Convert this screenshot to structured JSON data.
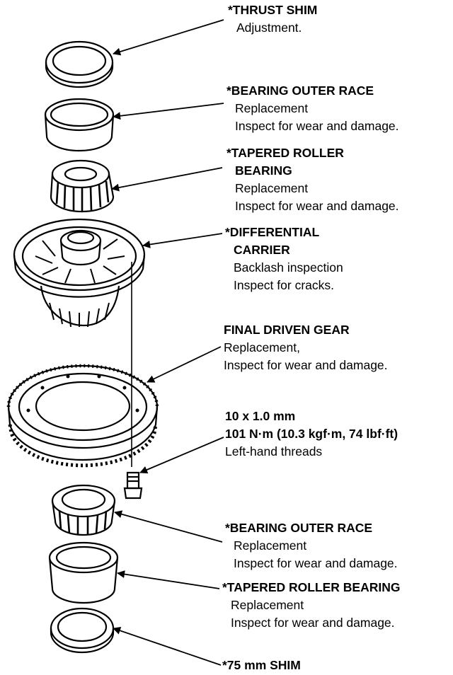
{
  "parts": {
    "thrust_shim": {
      "title": "*THRUST SHIM",
      "lines": [
        "Adjustment."
      ]
    },
    "outer_race_top": {
      "title": "*BEARING OUTER RACE",
      "lines": [
        "Replacement",
        "Inspect for wear and damage."
      ]
    },
    "roller_top": {
      "title": [
        "*TAPERED ROLLER",
        "BEARING"
      ],
      "lines": [
        "Replacement",
        "Inspect for wear and damage."
      ]
    },
    "carrier": {
      "title": [
        "*DIFFERENTIAL",
        "CARRIER"
      ],
      "lines": [
        "Backlash inspection",
        "Inspect for cracks."
      ]
    },
    "final_gear": {
      "title": "FINAL DRIVEN GEAR",
      "lines": [
        "Replacement,",
        "Inspect for wear and damage."
      ]
    },
    "bolt": {
      "title": [
        "10 x 1.0 mm",
        "101 N·m (10.3 kgf·m, 74 lbf·ft)"
      ],
      "lines": [
        "Left-hand threads"
      ]
    },
    "outer_race_bottom": {
      "title": "*BEARING OUTER RACE",
      "lines": [
        "Replacement",
        "Inspect for wear and damage."
      ]
    },
    "roller_bottom": {
      "title": "*TAPERED ROLLER BEARING",
      "lines": [
        "Replacement",
        "Inspect for wear and damage."
      ]
    },
    "shim_75": {
      "title": "*75 mm SHIM"
    }
  }
}
